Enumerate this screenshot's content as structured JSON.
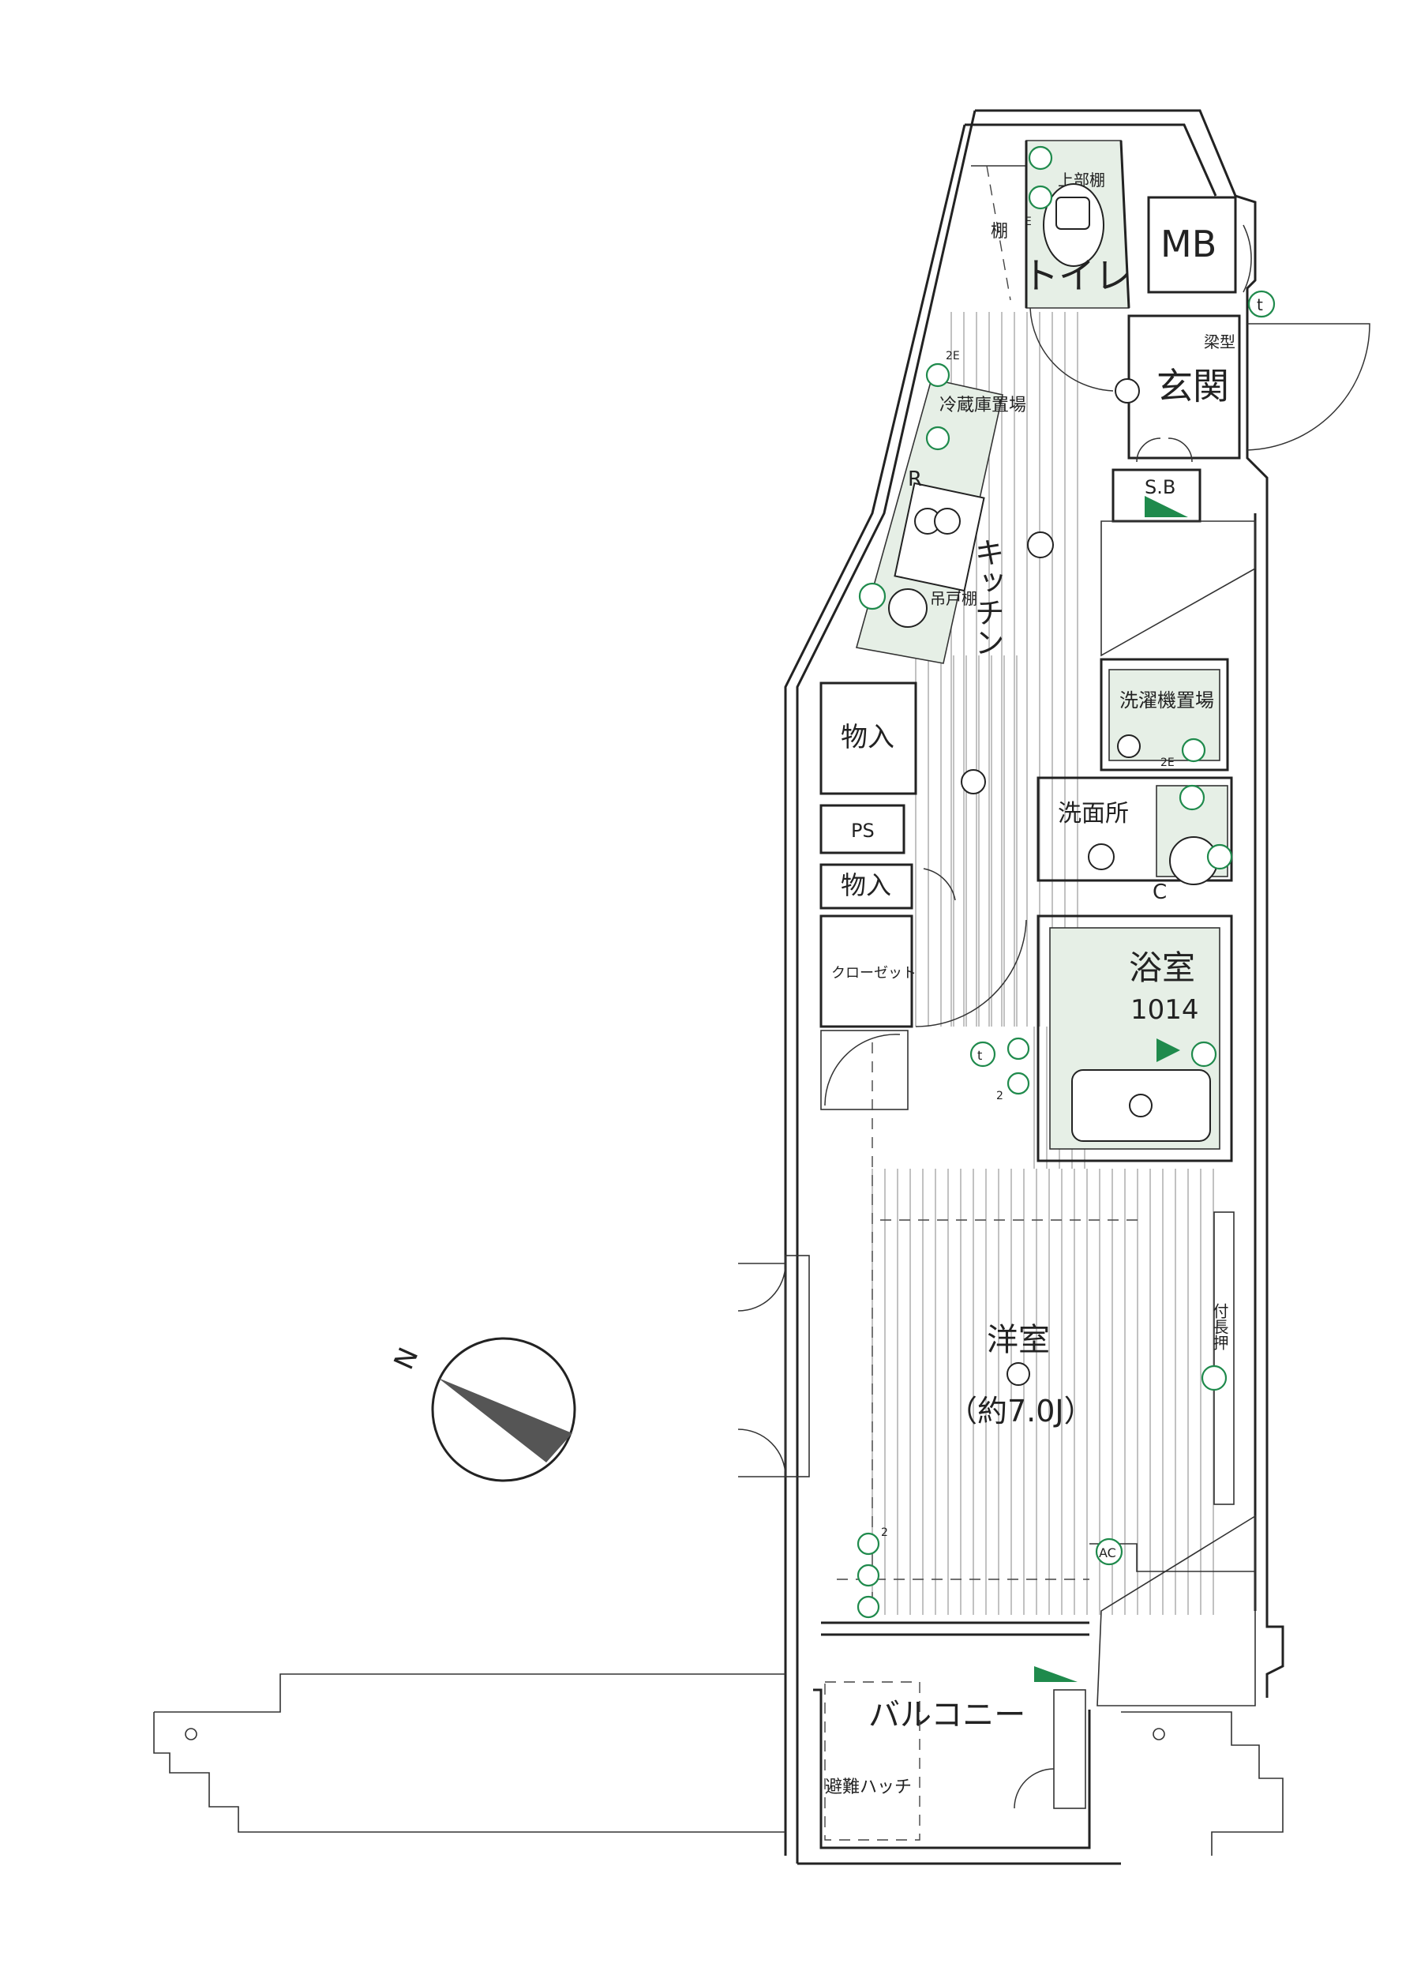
{
  "rooms": {
    "toilet": "トイレ",
    "toilet_shelf": "上部棚",
    "shelf": "棚",
    "mb": "MB",
    "entrance": "玄関",
    "beam": "梁型",
    "shoe_box": "S.B",
    "fridge": "冷蔵庫置場",
    "kitchen": "キッチン",
    "hood": "吊戸棚",
    "storage1": "物入",
    "ps": "PS",
    "storage2": "物入",
    "closet": "クローゼット",
    "washer": "洗濯機置場",
    "washroom": "洗面所",
    "bath": "浴室",
    "bath_size": "1014",
    "western_room": "洋室",
    "western_size": "（約7.0J）",
    "closet_built_in": "付長押",
    "balcony": "バルコニー",
    "hatch": "避難ハッチ"
  },
  "symbols": {
    "north": "N",
    "r_mark": "R",
    "t_mark": "t",
    "c_mark": "C",
    "ac_mark": "AC",
    "outlet_2e": "2E",
    "outlet_e": "E",
    "outlet_2": "2"
  },
  "colors": {
    "wall": "#222222",
    "electrical": "#1f8a4c",
    "wet_area": "#e6efe6"
  }
}
